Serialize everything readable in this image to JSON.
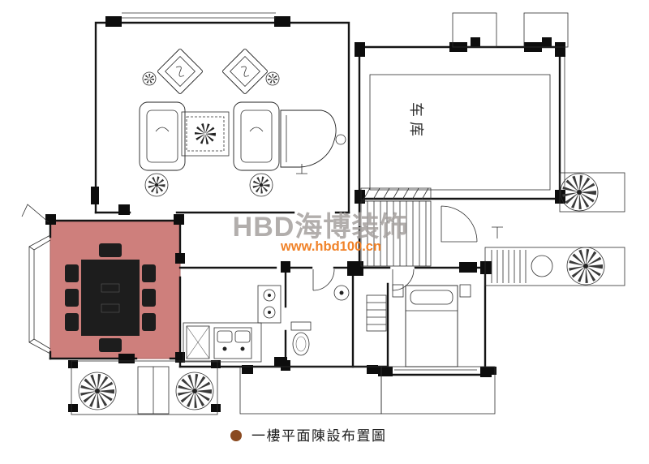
{
  "meta": {
    "caption": "一樓平面陳設布置圖"
  },
  "watermark": {
    "brand": "HBD海博装饰",
    "url": "www.hbd100.cn",
    "brand_color": "#a5a09e",
    "url_color": "#f08228"
  },
  "labels": {
    "garage": "车库"
  },
  "colors": {
    "highlight_fill": "#ce7f7c",
    "highlight_border": "#a96361",
    "caption_bullet": "#8a4a20",
    "caption_text": "#1c1c1c",
    "line": "#151515"
  }
}
